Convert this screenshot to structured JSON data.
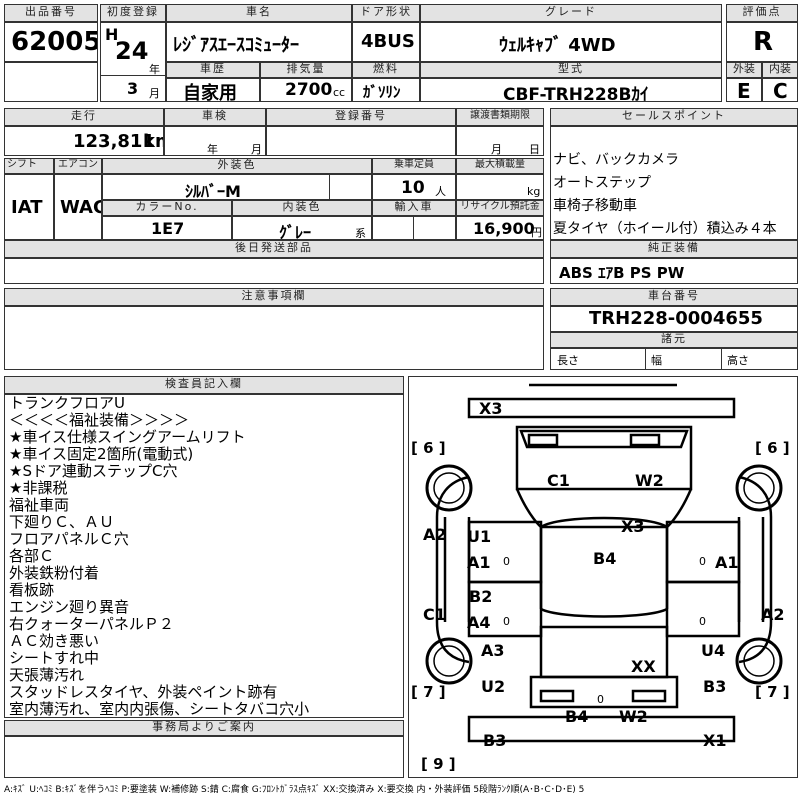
{
  "headers": {
    "lot_no": "出品番号",
    "first_reg": "初度登録",
    "car_name": "車名",
    "door": "ドア形状",
    "grade": "グレード",
    "score": "評価点",
    "history": "車歴",
    "displacement": "排気量",
    "fuel": "燃料",
    "model_code": "型式",
    "exterior": "外装",
    "interior": "内装",
    "mileage": "走行",
    "inspection": "車検",
    "reg_no": "登録番号",
    "transfer_deadline": "譲渡書類期限",
    "sales_point": "セールスポイント",
    "shift": "シフト",
    "aircon": "エアコン",
    "ext_color": "外装色",
    "capacity": "乗車定員",
    "max_load": "最大積載量",
    "color_no": "カラーNo.",
    "int_color": "内装色",
    "import": "輸入車",
    "recycle": "リサイクル預託金",
    "later_parts": "後日発送部品",
    "genuine": "純正装備",
    "caution": "注意事項欄",
    "chassis_no": "車台番号",
    "specs": "諸元",
    "inspector": "検査員記入欄",
    "office": "事務局よりご案内"
  },
  "vehicle": {
    "lot_no": "62005",
    "era": "H",
    "year": "24",
    "year_unit": "年",
    "month": "3",
    "month_unit": "月",
    "car_name": "ﾚｼﾞｱｽｴｰｽｺﾐｭｰﾀｰ",
    "door": "4BUS",
    "grade": "ｳｪﾙｷｬﾌﾞ 4WD",
    "score": "R",
    "history": "自家用",
    "displacement": "2700",
    "displacement_unit": "cc",
    "fuel": "ｶﾞｿﾘﾝ",
    "model_code": "CBF-TRH228Bｶｲ",
    "exterior_score": "E",
    "interior_score": "C",
    "mileage": "123,811",
    "mileage_unit": "km",
    "inspection_year_unit": "年",
    "inspection_month_unit": "月",
    "transfer_month_unit": "月",
    "transfer_day_unit": "日",
    "shift": "IAT",
    "aircon": "WAC",
    "ext_color": "ｼﾙﾊﾞｰM",
    "capacity": "10",
    "capacity_unit": "人",
    "max_load_unit": "kg",
    "color_no": "1E7",
    "int_color": "ｸﾞﾚｰ",
    "int_color_suffix": "系",
    "recycle": "16,900",
    "recycle_unit": "円",
    "genuine": "ABS ｴｱB PS PW",
    "chassis_no": "TRH228-0004655",
    "length_label": "長さ",
    "width_label": "幅",
    "height_label": "高さ"
  },
  "sales_points": [
    "ナビ、バックカメラ",
    "オートステップ",
    "車椅子移動車",
    "夏タイヤ（ホイール付）積込み４本"
  ],
  "inspector_notes": [
    "トランクフロアU",
    "＜＜＜＜福祉装備＞＞＞＞",
    "★車イス仕様スイングアームリフト",
    "★車イス固定2箇所(電動式)",
    "★Sドア連動ステップC穴",
    "★非課税",
    "福祉車両",
    "下廻りＣ、ＡＵ",
    "フロアパネルＣ穴",
    "各部Ｃ",
    "外装鉄粉付着",
    "看板跡",
    "エンジン廻り異音",
    "右クォーターパネルＰ２",
    "ＡＣ効き悪い",
    "シートすれ中",
    "天張薄汚れ",
    "スタッドレスタイヤ、外装ペイント跡有",
    "室内薄汚れ、室内内張傷、シートタバコ穴小"
  ],
  "diagram": {
    "x3_top": "X3",
    "c1_top": "C1",
    "w2_top": "W2",
    "x3_mid": "X3",
    "u1": "U1",
    "a1_left": "A1",
    "b4": "B4",
    "a1_right": "A1",
    "a2_left": "A2",
    "b2": "B2",
    "a4": "A4",
    "c1_left": "C1",
    "a2_right": "A2",
    "a3": "A3",
    "xx": "XX",
    "u4": "U4",
    "u2": "U2",
    "b3_right": "B3",
    "b4_bottom": "B4",
    "w2_bottom": "W2",
    "b3_bottom": "B3",
    "x1": "X1",
    "zero1": "0",
    "zero2": "0",
    "zero3": "0",
    "zero4": "0",
    "zero5": "0",
    "br6_left": "[ 6 ]",
    "br6_right": "[ 6 ]",
    "br7_left": "[ 7 ]",
    "br7_right": "[ 7 ]",
    "br9": "[ 9 ]"
  },
  "legend": "A:ｷｽﾞ U:ﾍｺﾐ B:ｷｽﾞを伴うﾍｺﾐ P:要塗装 W:補修跡 S:錆 C:腐食 G:ﾌﾛﾝﾄｶﾞﾗｽ点ｷｽﾞ XX:交換済み X:要交換 内・外装評価 5段階ﾗﾝｸ順(A･B･C･D･E) 5"
}
